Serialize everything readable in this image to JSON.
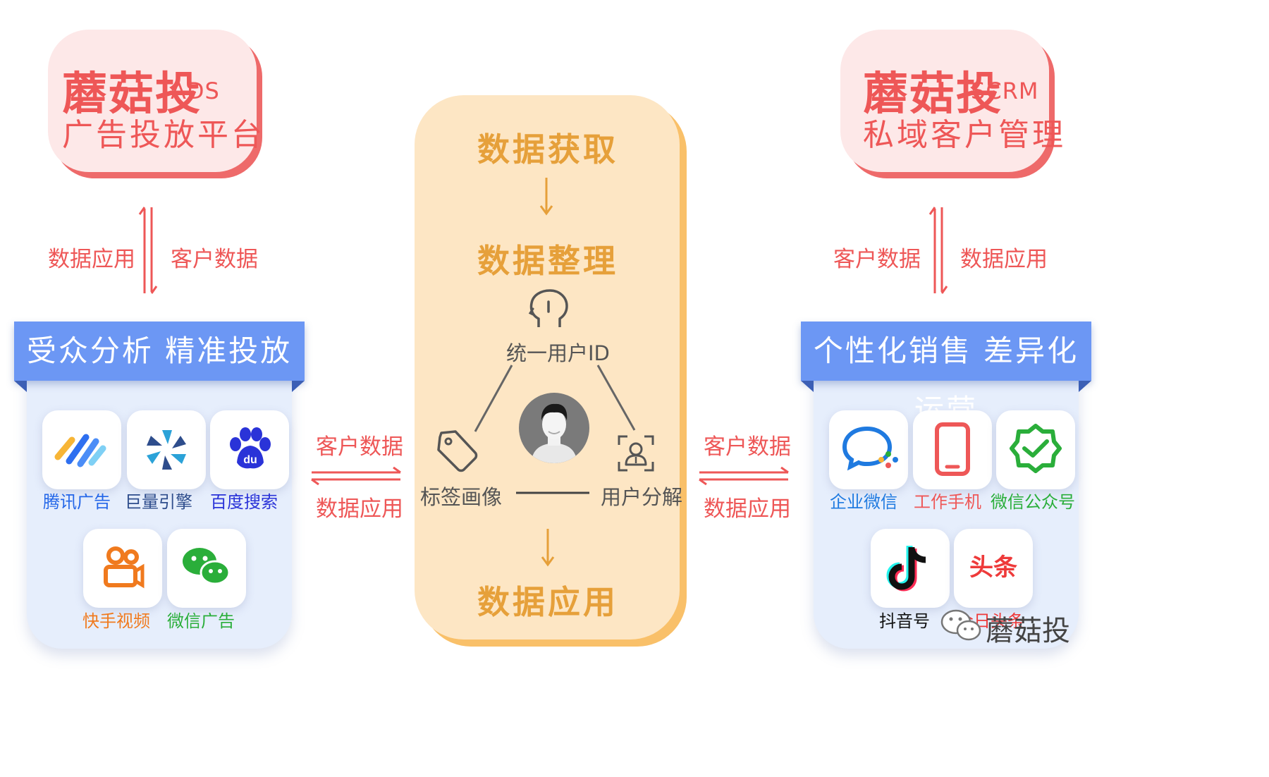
{
  "ads": {
    "brand": "蘑菇投",
    "sub": "ADS",
    "tagline": "广告投放平台"
  },
  "scrm": {
    "brand": "蘑菇投",
    "sub": "SCRM",
    "tagline": "私域客户管理"
  },
  "left_vertical": {
    "left_label": "数据应用",
    "right_label": "客户数据"
  },
  "right_vertical": {
    "left_label": "客户数据",
    "right_label": "数据应用"
  },
  "left_panel": {
    "banner": "受众分析  精准投放",
    "platforms": [
      {
        "name": "腾讯广告",
        "icon": "tencent-ads-icon",
        "color": "#2366e8"
      },
      {
        "name": "巨量引擎",
        "icon": "ocean-engine-icon",
        "color": "#2e4d8c"
      },
      {
        "name": "百度搜索",
        "icon": "baidu-paw-icon",
        "color": "#2a33d8"
      },
      {
        "name": "快手视频",
        "icon": "kuaishou-icon",
        "color": "#f07a1e"
      },
      {
        "name": "微信广告",
        "icon": "wechat-icon",
        "color": "#2aae3a"
      }
    ]
  },
  "right_panel": {
    "banner": "个性化销售 差异化运营",
    "platforms": [
      {
        "name": "企业微信",
        "icon": "wecom-icon",
        "color": "#1f7ae0"
      },
      {
        "name": "工作手机",
        "icon": "phone-icon",
        "color": "#ee5757"
      },
      {
        "name": "微信公众号",
        "icon": "wechat-official-icon",
        "color": "#2aae3a"
      },
      {
        "name": "抖音号",
        "icon": "douyin-icon",
        "color": "#111111"
      },
      {
        "name": "今日头条",
        "icon": "toutiao-icon",
        "color": "#ee3a3a",
        "logo_text": "头条"
      }
    ]
  },
  "left_horizontal": {
    "top": "客户数据",
    "bottom": "数据应用"
  },
  "right_horizontal": {
    "top": "客户数据",
    "bottom": "数据应用"
  },
  "center": {
    "step1": "数据获取",
    "step2": "数据整理",
    "step3": "数据应用",
    "node_top": "统一用户ID",
    "node_left": "标签画像",
    "node_right": "用户分解"
  },
  "watermark": "蘑菇投"
}
